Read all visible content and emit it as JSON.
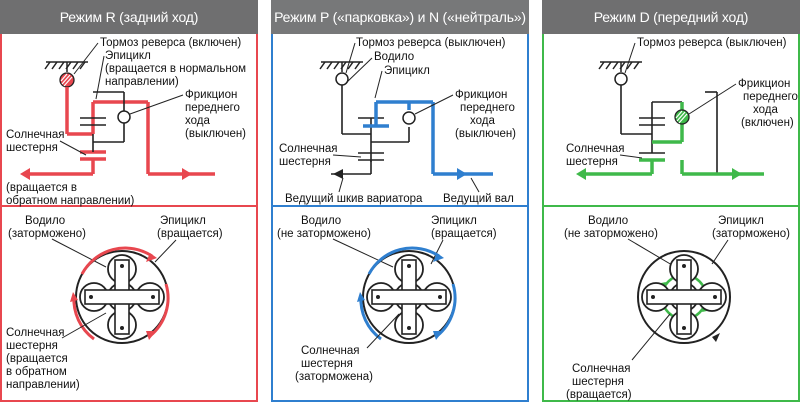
{
  "colors": {
    "red": "#e8474f",
    "blue": "#2f7fcf",
    "green": "#3fb94a",
    "header_r": "#6f6f70",
    "header_pn": "#777879",
    "header_d": "#6f6f70",
    "dark": "#222222"
  },
  "panels": [
    {
      "title": "Режим R (задний ход)",
      "labels": {
        "brake": "Тормоз реверса (включен)",
        "epicycle": [
          "Эпицикл",
          "(вращается в нормальном",
          "направлении)"
        ],
        "clutch": [
          "Фрикцион",
          "переднего",
          "хода",
          "(выключен)"
        ],
        "sun": [
          "Солнечная",
          "шестерня"
        ],
        "rot": [
          "(вращается в",
          "обратном направлении)"
        ],
        "carrier": [
          "Водило",
          "(заторможено)"
        ],
        "epicycle2": [
          "Эпицикл",
          "(вращается)"
        ],
        "sun2": [
          "Солнечная",
          "шестерня",
          "(вращается",
          "в обратном",
          "направлении)"
        ]
      }
    },
    {
      "title": "Режим P («парковка») и N («нейтраль»)",
      "labels": {
        "brake": "Тормоз реверса (выключен)",
        "carrier_top": "Водило",
        "epicycle": "Эпицикл",
        "clutch": [
          "Фрикцион",
          "переднего",
          "хода",
          "(выключен)"
        ],
        "sun": [
          "Солнечная",
          "шестерня"
        ],
        "pulley": "Ведущий шкив вариатора",
        "shaft": "Ведущий вал",
        "carrier": [
          "Водило",
          "(не заторможено)"
        ],
        "epicycle2": [
          "Эпицикл",
          "(вращается)"
        ],
        "sun2": [
          "Солнечная",
          "шестерня",
          "(заторможена)"
        ]
      }
    },
    {
      "title": "Режим D (передний ход)",
      "labels": {
        "brake": "Тормоз реверса (выключен)",
        "clutch": [
          "Фрикцион",
          "переднего",
          "хода",
          "(включен)"
        ],
        "sun": [
          "Солнечная",
          "шестерня"
        ],
        "carrier": [
          "Водило",
          "(не заторможено)"
        ],
        "epicycle2": [
          "Эпицикл",
          "(заторможено)"
        ],
        "sun2": [
          "Солнечная",
          "шестерня",
          "(вращается)"
        ]
      }
    }
  ]
}
